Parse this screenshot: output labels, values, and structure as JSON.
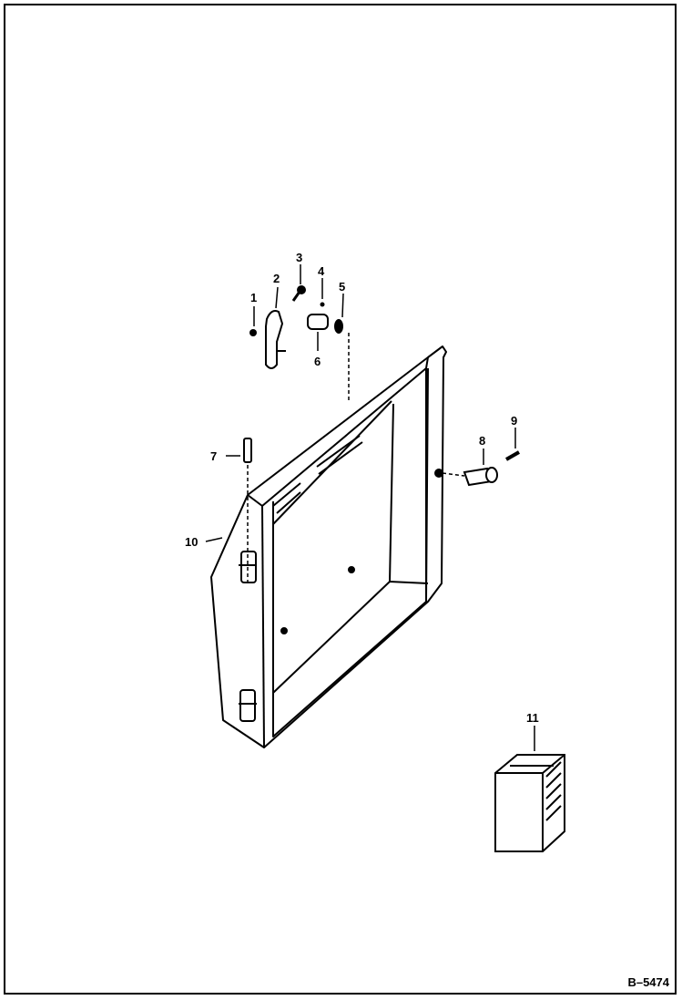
{
  "figure": {
    "id": "B–5474"
  },
  "callouts": [
    "1",
    "2",
    "3",
    "4",
    "5",
    "6",
    "7",
    "8",
    "9",
    "10",
    "11"
  ],
  "colors": {
    "line": "#000000",
    "background": "#ffffff"
  }
}
